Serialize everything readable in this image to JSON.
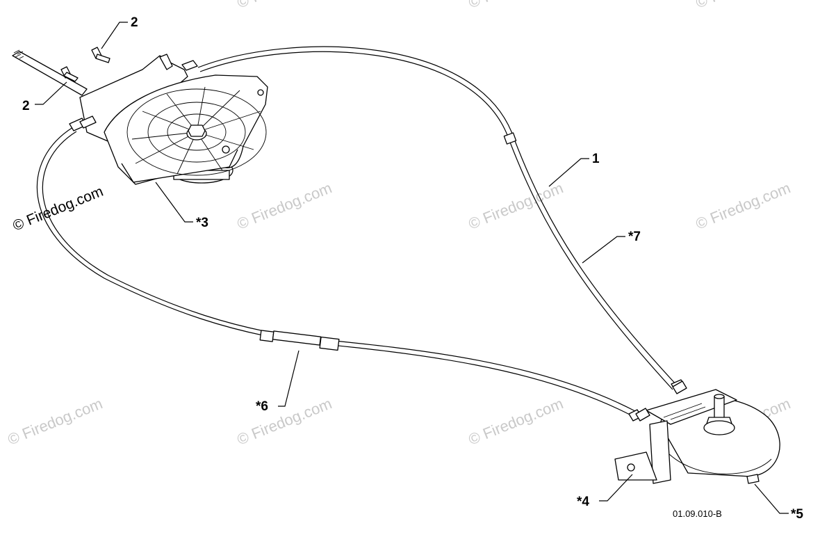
{
  "diagram": {
    "drawing_id": "01.09.010-B",
    "callouts": [
      {
        "key": "c2a",
        "label": "2"
      },
      {
        "key": "c2b",
        "label": "2"
      },
      {
        "key": "c3",
        "label": "*3"
      },
      {
        "key": "c1",
        "label": "1"
      },
      {
        "key": "c7",
        "label": "*7"
      },
      {
        "key": "c6",
        "label": "*6"
      },
      {
        "key": "c4",
        "label": "*4"
      },
      {
        "key": "c5",
        "label": "*5"
      }
    ]
  },
  "watermark": {
    "text": "© Firedog.com"
  }
}
